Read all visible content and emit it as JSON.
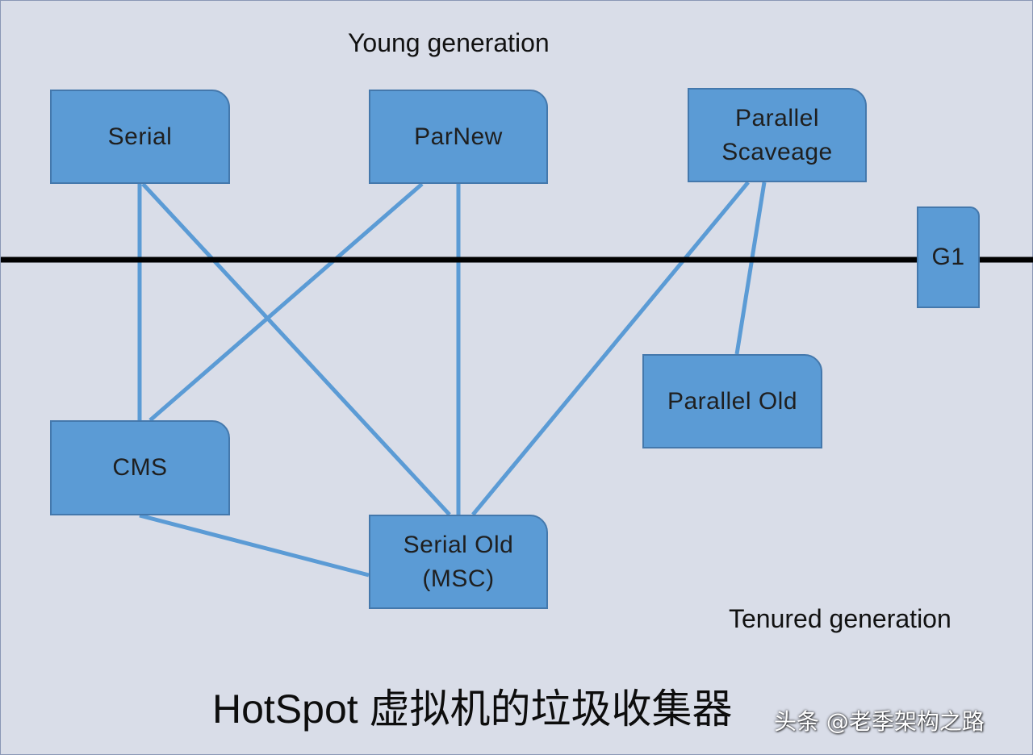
{
  "colors": {
    "background": "#d9dde8",
    "node_fill": "#5b9bd5",
    "node_border": "#4478ac",
    "connector": "#5b9bd5",
    "divider": "#000000"
  },
  "labels": {
    "young": "Young generation",
    "tenured": "Tenured generation"
  },
  "title": "HotSpot 虚拟机的垃圾收集器",
  "watermark": "头条 @老季架构之路",
  "nodes": {
    "serial": {
      "lines": [
        "Serial"
      ]
    },
    "parnew": {
      "lines": [
        "ParNew"
      ]
    },
    "parallel_scavenge": {
      "lines": [
        "Parallel",
        "Scaveage"
      ]
    },
    "g1": {
      "lines": [
        "G1"
      ]
    },
    "parallel_old": {
      "lines": [
        "Parallel Old"
      ]
    },
    "cms": {
      "lines": [
        "CMS"
      ]
    },
    "serial_old": {
      "lines": [
        "Serial Old",
        "(MSC)"
      ]
    }
  },
  "edges": [
    {
      "from": "serial",
      "to": "cms"
    },
    {
      "from": "serial",
      "to": "serial_old"
    },
    {
      "from": "parnew",
      "to": "cms"
    },
    {
      "from": "parnew",
      "to": "serial_old"
    },
    {
      "from": "parallel_scavenge",
      "to": "serial_old"
    },
    {
      "from": "parallel_scavenge",
      "to": "parallel_old"
    },
    {
      "from": "cms",
      "to": "serial_old"
    }
  ]
}
